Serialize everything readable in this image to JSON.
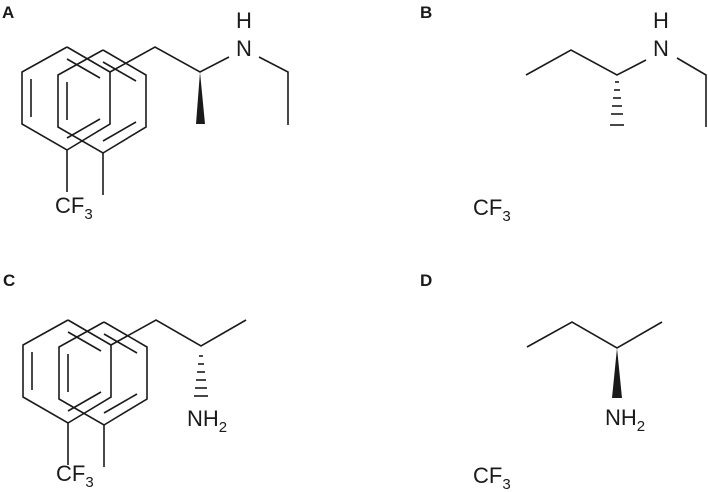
{
  "figure": {
    "panels": [
      {
        "label": "A",
        "amine": "NH-ethyl",
        "stereo": "wedge",
        "substituent": "CF",
        "substituent_sub": "3",
        "n_label": "N",
        "h_label": "H"
      },
      {
        "label": "B",
        "amine": "NH-ethyl",
        "stereo": "hash",
        "substituent": "CF",
        "substituent_sub": "3",
        "n_label": "N",
        "h_label": "H"
      },
      {
        "label": "C",
        "amine": "NH2",
        "stereo": "hash",
        "substituent": "CF",
        "substituent_sub": "3",
        "n_label": "NH",
        "n_sub": "2"
      },
      {
        "label": "D",
        "amine": "NH2",
        "stereo": "wedge",
        "substituent": "CF",
        "substituent_sub": "3",
        "n_label": "NH",
        "n_sub": "2"
      }
    ]
  }
}
